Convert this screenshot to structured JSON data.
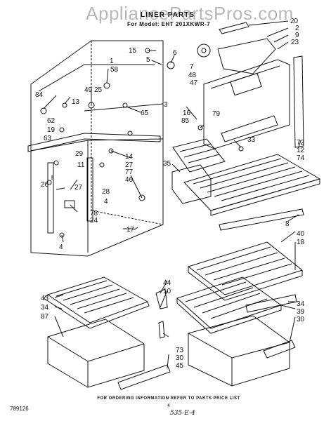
{
  "header": {
    "watermark": "AppliancePartsPros.com",
    "title": "LINER PARTS",
    "model_line": "For Model: EHT 201XKWR-7"
  },
  "footer": {
    "catalog_number": "789126",
    "order_info": "FOR ORDERING INFORMATION REFER TO PARTS PRICE LIST",
    "page_number": "4",
    "code": "535-E-4"
  },
  "callouts": [
    "20",
    "2",
    "9",
    "23",
    "15",
    "6",
    "5",
    "1",
    "58",
    "7",
    "48",
    "47",
    "84",
    "49",
    "25",
    "13",
    "3",
    "16",
    "85",
    "79",
    "62",
    "19",
    "65",
    "63",
    "29",
    "11",
    "14",
    "27",
    "77",
    "46",
    "33",
    "72",
    "12",
    "74",
    "35",
    "26",
    "27",
    "28",
    "4",
    "78",
    "24",
    "17",
    "8",
    "4",
    "40",
    "18",
    "44",
    "10",
    "34",
    "39",
    "30",
    "43",
    "34",
    "87",
    "73",
    "30",
    "45"
  ]
}
